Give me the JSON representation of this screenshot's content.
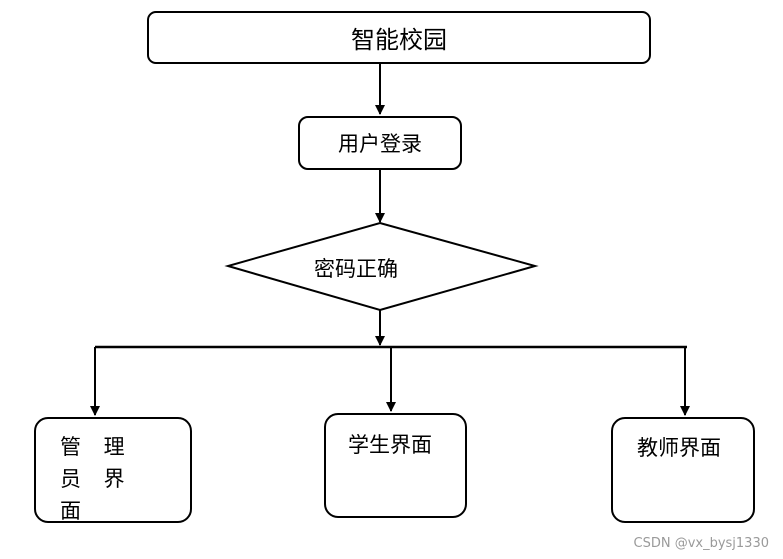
{
  "nodes": {
    "title": "智能校园",
    "login": "用户登录",
    "decision": "密码正确",
    "admin": "管 理 员 界 面",
    "student": "学生界面",
    "teacher": "教师界面"
  },
  "watermark": "CSDN @vx_bysj1330"
}
